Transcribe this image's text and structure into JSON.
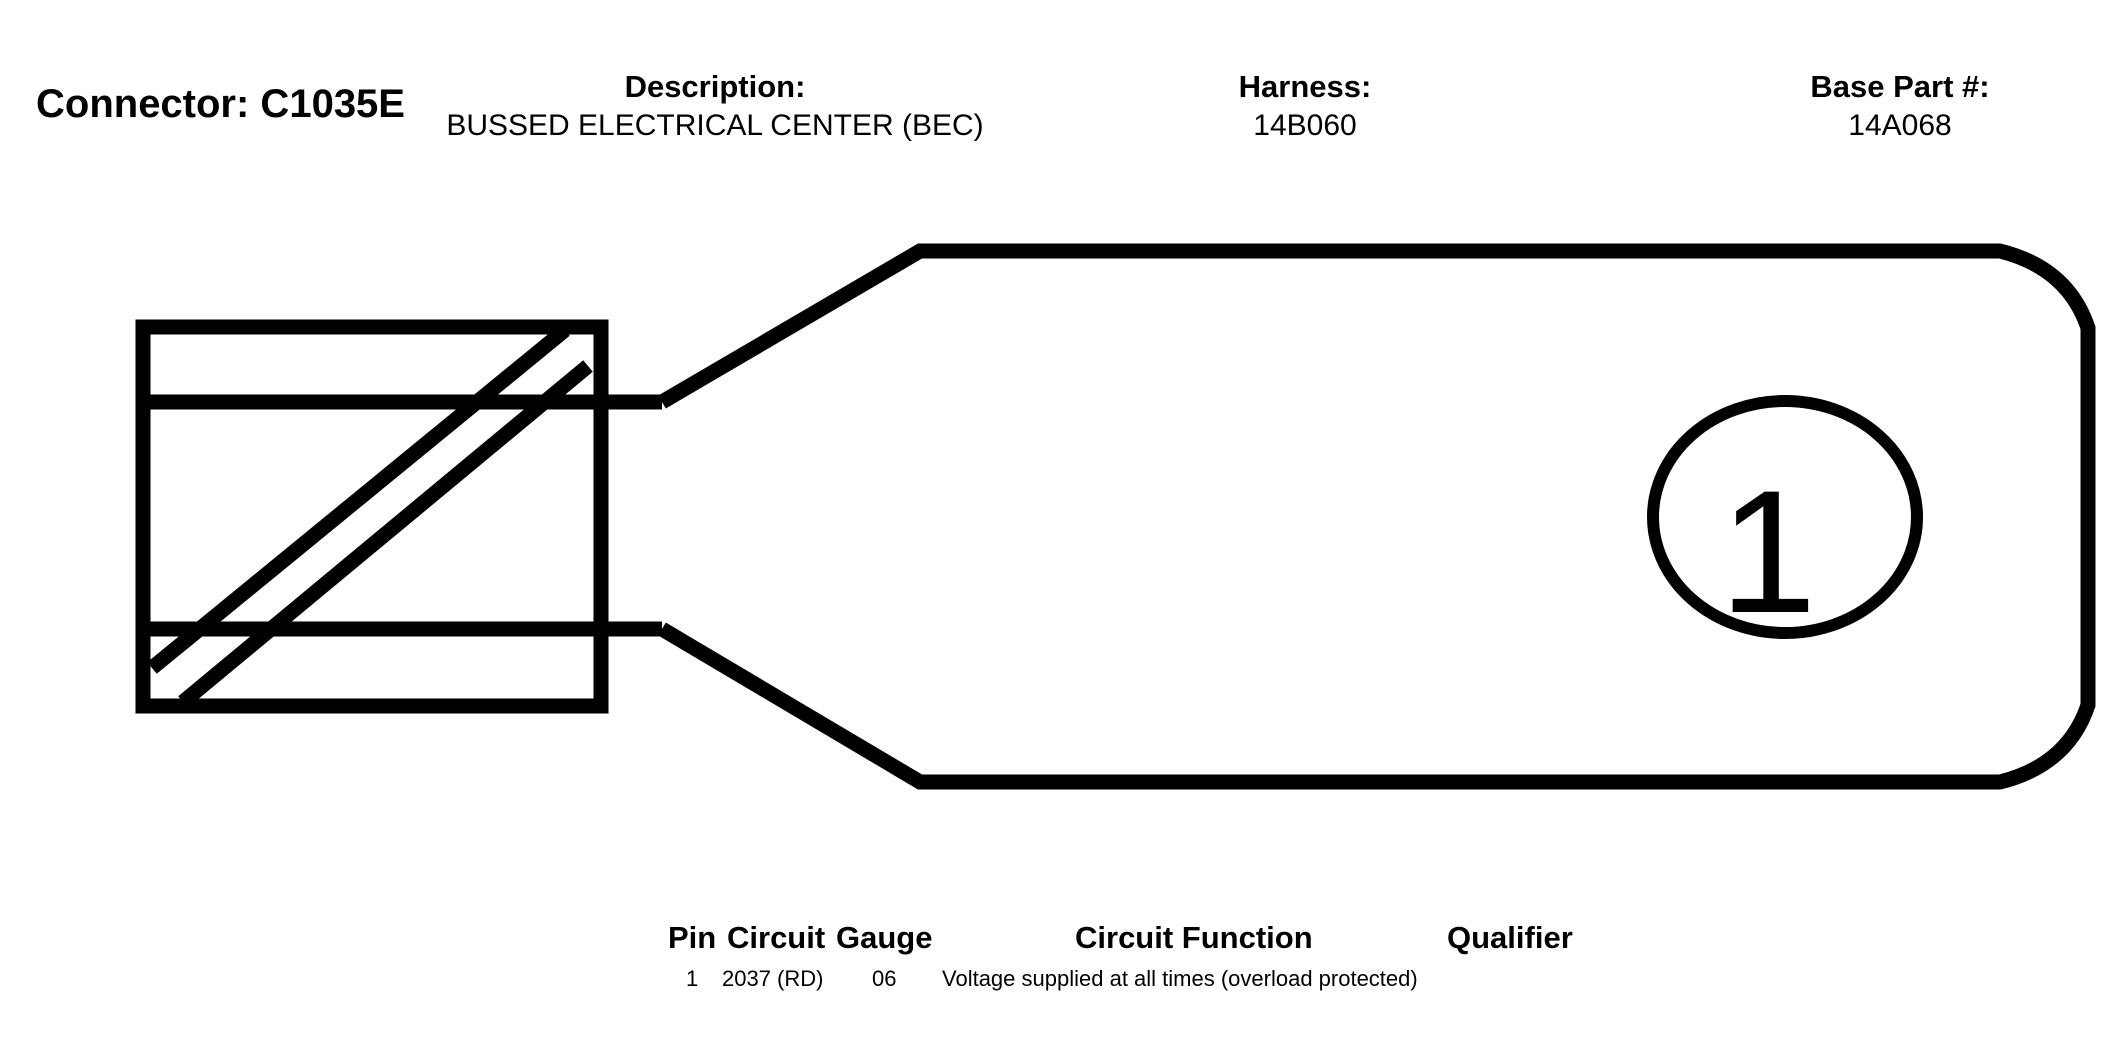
{
  "connector": {
    "title": "Connector: C1035E"
  },
  "fields": {
    "description": {
      "label": "Description:",
      "value": "BUSSED ELECTRICAL CENTER (BEC)"
    },
    "harness": {
      "label": "Harness:",
      "value": "14B060"
    },
    "base_part": {
      "label": "Base Part #:",
      "value": "14A068"
    }
  },
  "diagram": {
    "pin_label": "1",
    "stroke_color": "#000000"
  },
  "pin_table": {
    "headers": {
      "pin": "Pin",
      "circuit": "Circuit",
      "gauge": "Gauge",
      "function": "Circuit Function",
      "qualifier": "Qualifier"
    },
    "rows": [
      {
        "pin": "1",
        "circuit": "2037 (RD)",
        "gauge": "06",
        "function": "Voltage supplied at all times (overload protected)",
        "qualifier": ""
      }
    ]
  }
}
